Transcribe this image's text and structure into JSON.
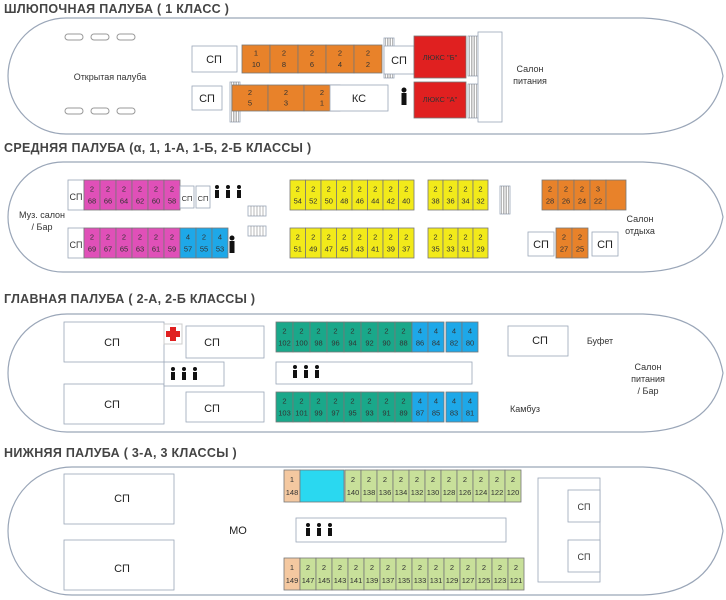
{
  "decks": [
    {
      "id": "boat",
      "title": "ШЛЮПОЧНАЯ ПАЛУБА ( 1 КЛАСС )",
      "labels": {
        "open": "Открытая палуба",
        "salon": "Салон",
        "salon2": "питания",
        "sp": "СП",
        "ks": "КС",
        "lux": "ЛЮКС \"Б\"",
        "lux2": "ЛЮКС \"А\""
      },
      "top": [
        {
          "c": "1",
          "n": "10"
        },
        {
          "c": "2",
          "n": "8"
        },
        {
          "c": "2",
          "n": "6"
        },
        {
          "c": "2",
          "n": "4"
        },
        {
          "c": "2",
          "n": "2"
        }
      ],
      "bottom": [
        {
          "c": "2",
          "n": "5"
        },
        {
          "c": "2",
          "n": "3"
        },
        {
          "c": "2",
          "n": "1"
        }
      ]
    },
    {
      "id": "middle",
      "title": "СРЕДНЯЯ ПАЛУБА (α, 1, 1-А, 1-Б, 2-Б КЛАССЫ )",
      "labels": {
        "music": "Муз. салон",
        "bar": "/ Бар",
        "salon": "Салон",
        "salon2": "отдыха",
        "sp": "СП"
      },
      "topPink": [
        {
          "c": "2",
          "n": "68"
        },
        {
          "c": "2",
          "n": "66"
        },
        {
          "c": "2",
          "n": "64"
        },
        {
          "c": "2",
          "n": "62"
        },
        {
          "c": "2",
          "n": "60"
        },
        {
          "c": "2",
          "n": "58"
        }
      ],
      "botPink": [
        {
          "c": "2",
          "n": "69"
        },
        {
          "c": "2",
          "n": "67"
        },
        {
          "c": "2",
          "n": "65"
        },
        {
          "c": "2",
          "n": "63"
        },
        {
          "c": "2",
          "n": "61"
        },
        {
          "c": "2",
          "n": "59"
        }
      ],
      "botBlue": [
        {
          "c": "4",
          "n": "57"
        },
        {
          "c": "2",
          "n": "55"
        },
        {
          "c": "4",
          "n": "53"
        }
      ],
      "topYellowA": [
        {
          "c": "2",
          "n": "54"
        },
        {
          "c": "2",
          "n": "52"
        },
        {
          "c": "2",
          "n": "50"
        },
        {
          "c": "2",
          "n": "48"
        },
        {
          "c": "2",
          "n": "46"
        },
        {
          "c": "2",
          "n": "44"
        },
        {
          "c": "2",
          "n": "42"
        },
        {
          "c": "2",
          "n": "40"
        }
      ],
      "botYellowA": [
        {
          "c": "2",
          "n": "51"
        },
        {
          "c": "2",
          "n": "49"
        },
        {
          "c": "2",
          "n": "47"
        },
        {
          "c": "2",
          "n": "45"
        },
        {
          "c": "2",
          "n": "43"
        },
        {
          "c": "2",
          "n": "41"
        },
        {
          "c": "2",
          "n": "39"
        },
        {
          "c": "2",
          "n": "37"
        }
      ],
      "topYellowB": [
        {
          "c": "2",
          "n": "38"
        },
        {
          "c": "2",
          "n": "36"
        },
        {
          "c": "2",
          "n": "34"
        },
        {
          "c": "2",
          "n": "32"
        }
      ],
      "botYellowB": [
        {
          "c": "2",
          "n": "35"
        },
        {
          "c": "2",
          "n": "33"
        },
        {
          "c": "2",
          "n": "31"
        },
        {
          "c": "2",
          "n": "29"
        }
      ],
      "topOrange": [
        {
          "c": "2",
          "n": "28"
        },
        {
          "c": "2",
          "n": "26"
        },
        {
          "c": "2",
          "n": "24"
        },
        {
          "c": "3",
          "n": "22"
        }
      ],
      "botOrange": [
        {
          "c": "2",
          "n": "27"
        },
        {
          "c": "2",
          "n": "25"
        }
      ]
    },
    {
      "id": "main",
      "title": "ГЛАВНАЯ ПАЛУБА ( 2-А, 2-Б КЛАССЫ )",
      "labels": {
        "sp": "СП",
        "buffet": "Буфет",
        "salon": "Салон",
        "salon2": "питания",
        "salon3": "/ Бар",
        "galley": "Камбуз"
      },
      "topGreen": [
        {
          "c": "2",
          "n": "102"
        },
        {
          "c": "2",
          "n": "100"
        },
        {
          "c": "2",
          "n": "98"
        },
        {
          "c": "2",
          "n": "96"
        },
        {
          "c": "2",
          "n": "94"
        },
        {
          "c": "2",
          "n": "92"
        },
        {
          "c": "2",
          "n": "90"
        },
        {
          "c": "2",
          "n": "88"
        }
      ],
      "topBlue": [
        {
          "c": "4",
          "n": "86"
        },
        {
          "c": "4",
          "n": "84"
        }
      ],
      "topBlue2": [
        {
          "c": "4",
          "n": "82"
        },
        {
          "c": "4",
          "n": "80"
        }
      ],
      "botGreen": [
        {
          "c": "2",
          "n": "103"
        },
        {
          "c": "2",
          "n": "101"
        },
        {
          "c": "2",
          "n": "99"
        },
        {
          "c": "2",
          "n": "97"
        },
        {
          "c": "2",
          "n": "95"
        },
        {
          "c": "2",
          "n": "93"
        },
        {
          "c": "2",
          "n": "91"
        },
        {
          "c": "2",
          "n": "89"
        }
      ],
      "botBlue": [
        {
          "c": "4",
          "n": "87"
        },
        {
          "c": "4",
          "n": "85"
        }
      ],
      "botBlue2": [
        {
          "c": "4",
          "n": "83"
        },
        {
          "c": "4",
          "n": "81"
        }
      ]
    },
    {
      "id": "lower",
      "title": "НИЖНЯЯ ПАЛУБА ( 3-А, 3 КЛАССЫ )",
      "labels": {
        "sp": "СП",
        "mo": "МО"
      },
      "topPeach": [
        {
          "c": "1",
          "n": "148"
        }
      ],
      "topGreen": [
        {
          "c": "2",
          "n": "140"
        },
        {
          "c": "2",
          "n": "138"
        },
        {
          "c": "2",
          "n": "136"
        },
        {
          "c": "2",
          "n": "134"
        },
        {
          "c": "2",
          "n": "132"
        },
        {
          "c": "2",
          "n": "130"
        },
        {
          "c": "2",
          "n": "128"
        },
        {
          "c": "2",
          "n": "126"
        },
        {
          "c": "2",
          "n": "124"
        },
        {
          "c": "2",
          "n": "122"
        },
        {
          "c": "2",
          "n": "120"
        }
      ],
      "botPeach": [
        {
          "c": "1",
          "n": "149"
        }
      ],
      "botGreen": [
        {
          "c": "2",
          "n": "147"
        },
        {
          "c": "2",
          "n": "145"
        },
        {
          "c": "2",
          "n": "143"
        },
        {
          "c": "2",
          "n": "141"
        },
        {
          "c": "2",
          "n": "139"
        },
        {
          "c": "2",
          "n": "137"
        },
        {
          "c": "2",
          "n": "135"
        },
        {
          "c": "2",
          "n": "133"
        },
        {
          "c": "2",
          "n": "131"
        },
        {
          "c": "2",
          "n": "129"
        },
        {
          "c": "2",
          "n": "127"
        },
        {
          "c": "2",
          "n": "125"
        },
        {
          "c": "2",
          "n": "123"
        },
        {
          "c": "2",
          "n": "121"
        }
      ]
    }
  ],
  "colors": {
    "orange": "#e8822a",
    "red": "#e02020",
    "pink": "#e050b8",
    "blue": "#1ea8e8",
    "yellow": "#f2ea1a",
    "green": "#1aa88a",
    "lime": "#c8e09a",
    "peach": "#f4c8a0",
    "cyan": "#2ad8f0",
    "hull": "#ffffff",
    "line": "#9aa6b8"
  }
}
